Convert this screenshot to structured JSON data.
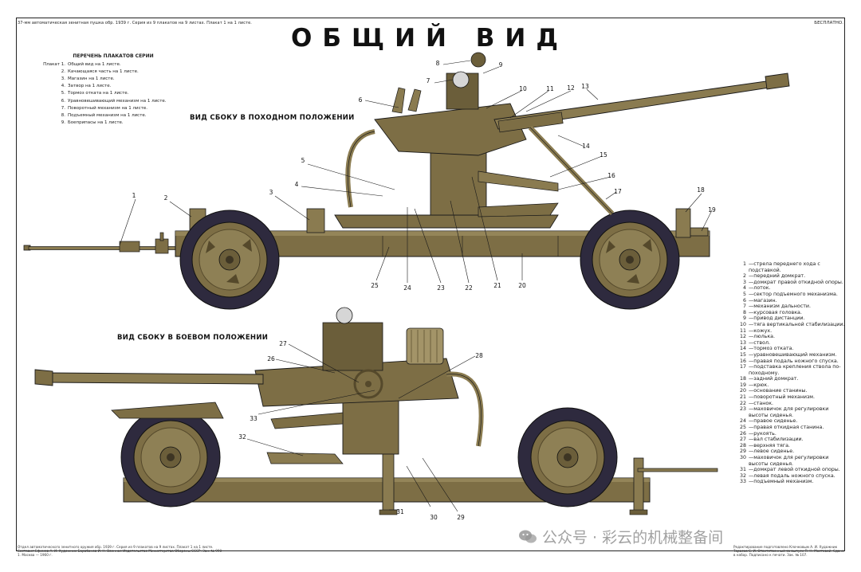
{
  "header": {
    "top_line": "37-мм автоматическая зенитная пушка обр. 1939 г. Серия из 9 плакатов на 9 листах. Плакат 1 на 1 листе.",
    "top_right": "БЕСПЛАТНО.",
    "title": "ОБЩИЙ  ВИД"
  },
  "series_list": {
    "heading": "ПЕРЕЧЕНЬ ПЛАКАТОВ СЕРИИ",
    "items": [
      {
        "n": "Плакат 1.",
        "t": "Общий вид на 1 листе."
      },
      {
        "n": "2.",
        "t": "Качающаяся часть на 1 листе."
      },
      {
        "n": "3.",
        "t": "Магазин на 1 листе."
      },
      {
        "n": "4.",
        "t": "Затвор на 1 листе."
      },
      {
        "n": "5.",
        "t": "Тормоз отката на 1 листе."
      },
      {
        "n": "6.",
        "t": "Уравновешивающий механизм на 1 листе."
      },
      {
        "n": "7.",
        "t": "Поворотный механизм на 1 листе."
      },
      {
        "n": "8.",
        "t": "Подъемный механизм на 1 листе."
      },
      {
        "n": "9.",
        "t": "Боеприпасы на 1 листе."
      }
    ]
  },
  "views": {
    "march": "ВИД СБОКУ В ПОХОДНОМ ПОЛОЖЕНИИ",
    "combat": "ВИД СБОКУ В БОЕВОМ ПОЛОЖЕНИИ"
  },
  "callouts_top": [
    "1",
    "2",
    "3",
    "4",
    "5",
    "6",
    "7",
    "8",
    "9",
    "10",
    "11",
    "12",
    "13",
    "14",
    "15",
    "16",
    "17",
    "18",
    "19",
    "20",
    "21",
    "22",
    "23",
    "24",
    "25"
  ],
  "callouts_bottom": [
    "26",
    "27",
    "28",
    "29",
    "30",
    "31",
    "32",
    "33"
  ],
  "legend": [
    {
      "n": "1",
      "t": "—стрела переднего хода с подставкой."
    },
    {
      "n": "2",
      "t": "—передний домкрат."
    },
    {
      "n": "3",
      "t": "—домкрат правой откидной опоры."
    },
    {
      "n": "4",
      "t": "—лоток."
    },
    {
      "n": "5",
      "t": "—сектор подъемного механизма."
    },
    {
      "n": "6",
      "t": "—магазин."
    },
    {
      "n": "7",
      "t": "—механизм дальности."
    },
    {
      "n": "8",
      "t": "—курсовая головка."
    },
    {
      "n": "9",
      "t": "—привод дистанции."
    },
    {
      "n": "10",
      "t": "—тяга вертикальной стабилизации."
    },
    {
      "n": "11",
      "t": "—кожух."
    },
    {
      "n": "12",
      "t": "—люлька."
    },
    {
      "n": "13",
      "t": "—ствол."
    },
    {
      "n": "14",
      "t": "—тормоз отката."
    },
    {
      "n": "15",
      "t": "—уравновешивающий механизм."
    },
    {
      "n": "16",
      "t": "—правая подаль ножного спуска."
    },
    {
      "n": "17",
      "t": "—подставка крепления ствола по-походному."
    },
    {
      "n": "18",
      "t": "—задний домкрат."
    },
    {
      "n": "19",
      "t": "—крюк."
    },
    {
      "n": "20",
      "t": "—основание станины."
    },
    {
      "n": "21",
      "t": "—поворотный механизм."
    },
    {
      "n": "22",
      "t": "—станок."
    },
    {
      "n": "23",
      "t": "—маховичок для регулировки высоты сиденья."
    },
    {
      "n": "24",
      "t": "—правое сиденье."
    },
    {
      "n": "25",
      "t": "—правая откидная станина."
    },
    {
      "n": "26",
      "t": "—рукоять."
    },
    {
      "n": "27",
      "t": "—вал стабилизации."
    },
    {
      "n": "28",
      "t": "—верхняя тяга."
    },
    {
      "n": "29",
      "t": "—левое сиденье."
    },
    {
      "n": "30",
      "t": "—маховичок для регулировки высоты сиденья."
    },
    {
      "n": "31",
      "t": "—домкрат левой откидной опоры."
    },
    {
      "n": "32",
      "t": "—левая подаль ножного спуска."
    },
    {
      "n": "33",
      "t": "—подъемный механизм."
    }
  ],
  "footer": {
    "left": "Отдел автоматического зенитного оружия обр. 1939 г. Серия из 9 плакатов на 9 листах. Плакат 1 на 1 листе. Составил Ефимов А. И. Художник Барабанов И. Н. Военное Издательство Министерства Обороны СССР. Зак. № 990 1. Москва — 1960 г.",
    "right": "Редактирование подготовлено Клочковым А. И. Художник Тарасов С. И. Ответственный за выпуск П. Н. Мостовой. Сдано в набор. Подписано к печати. Зак. № 107."
  },
  "watermark": "公众号 · 彩云的机械整备间",
  "colors": {
    "olive": "#7d6e45",
    "olive_dark": "#55492b",
    "olive_light": "#a39468",
    "tire": "#2e2a3e",
    "line": "#1a1a1a"
  }
}
